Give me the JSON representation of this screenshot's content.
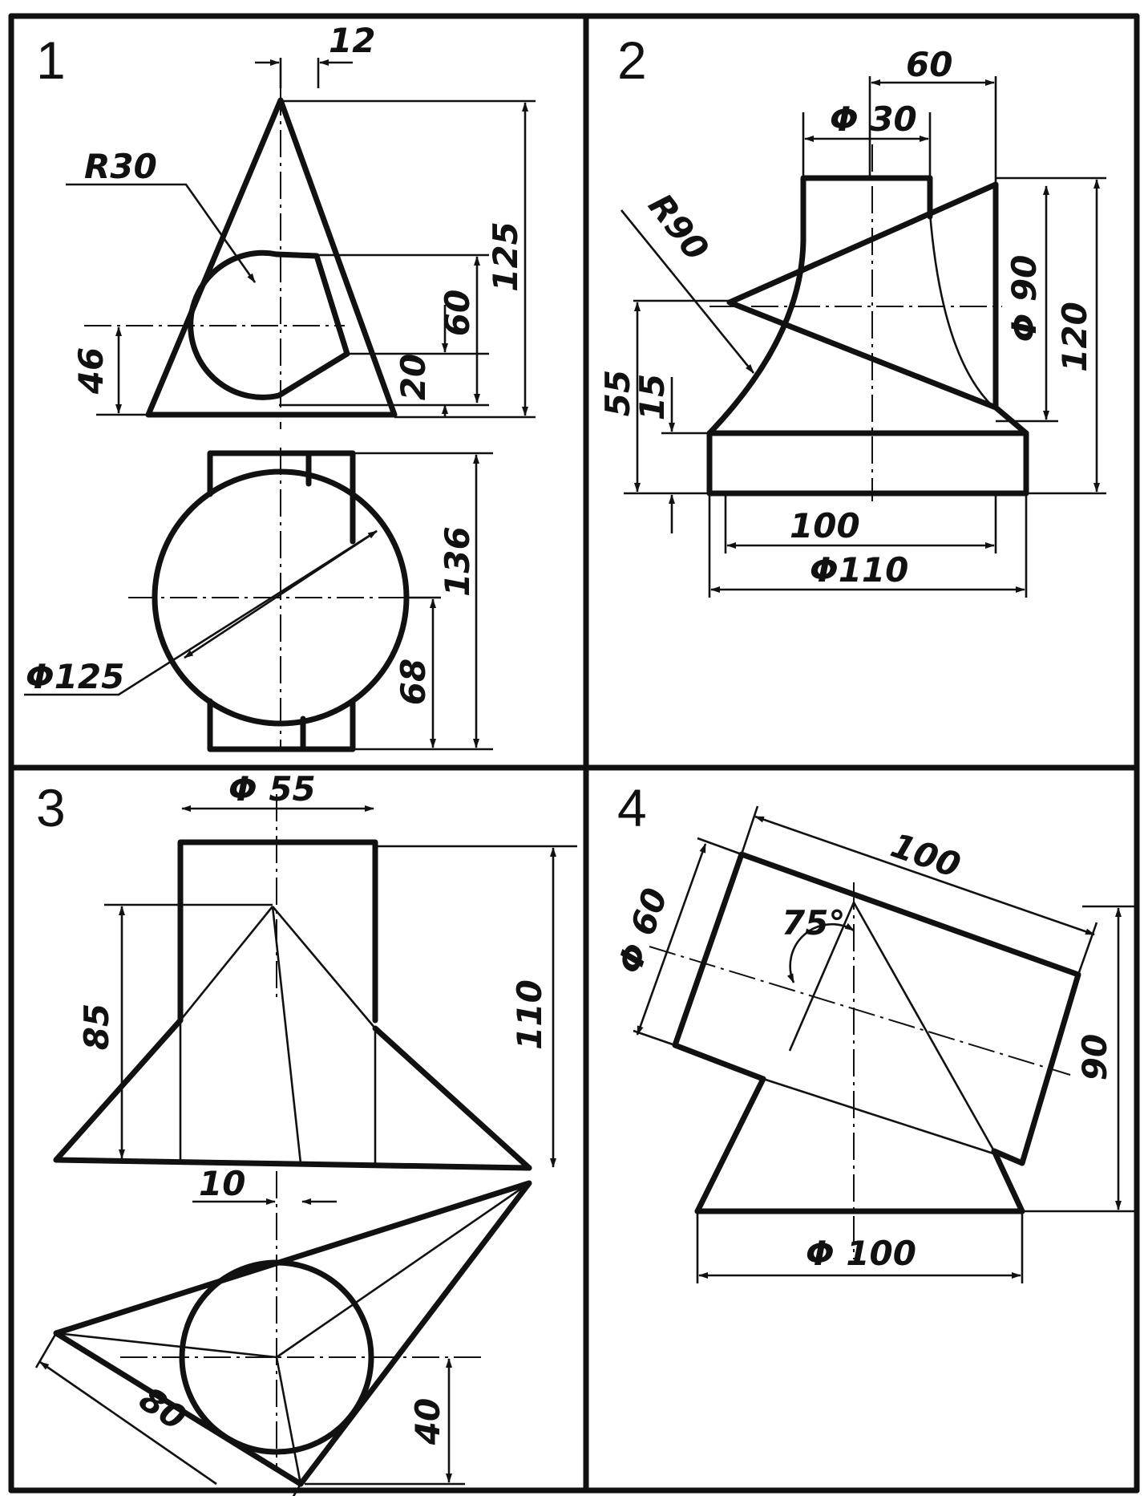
{
  "panels": [
    {
      "number": "1"
    },
    {
      "number": "2"
    },
    {
      "number": "3"
    },
    {
      "number": "4"
    }
  ],
  "dimensions": {
    "p1": {
      "d12": "12",
      "r30": "R30",
      "d125": "125",
      "d60": "60",
      "d46": "46",
      "d20": "20",
      "d136": "136",
      "phi125": "Φ125",
      "d68": "68"
    },
    "p2": {
      "d60": "60",
      "phi30": "Φ 30",
      "r90": "R90",
      "phi90": "Φ 90",
      "d120": "120",
      "d55": "55",
      "d15": "15",
      "d100": "100",
      "phi110": "Φ110"
    },
    "p3": {
      "phi55": "Φ 55",
      "d85": "85",
      "d110": "110",
      "d10": "10",
      "d80": "80",
      "d40": "40"
    },
    "p4": {
      "d100": "100",
      "phi60": "Φ 60",
      "a75": "75°",
      "d90": "90",
      "phi100": "Φ 100"
    }
  }
}
